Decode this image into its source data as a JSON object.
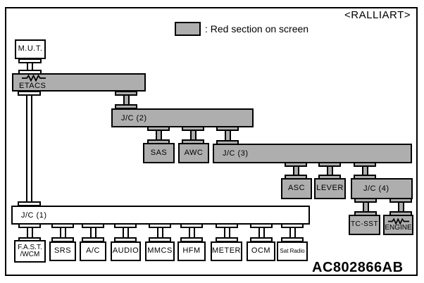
{
  "header": {
    "variant_label": "<RALLIART>"
  },
  "legend": {
    "label": ": Red section on screen",
    "swatch_color": "#aeaeae"
  },
  "footer": {
    "code": "AC802866AB"
  },
  "colors": {
    "red_section_fill": "#aeaeae",
    "outline": "#000000",
    "background": "#ffffff"
  },
  "nodes": {
    "mut": "M.U.T.",
    "etacs": "ETACS",
    "jc1": "J/C (1)",
    "jc2": "J/C (2)",
    "jc3": "J/C (3)",
    "jc4": "J/C (4)",
    "sas": "SAS",
    "awc": "AWC",
    "asc": "ASC",
    "lever": "LEVER",
    "tcsst": "TC-SST",
    "engine": "ENGINE",
    "fast_wcm_line1": "F.A.S.T.",
    "fast_wcm_line2": "/WCM",
    "srs": "SRS",
    "ac": "A/C",
    "audio": "AUDIO",
    "mmcs": "MMCS",
    "hfm": "HFM",
    "meter": "METER",
    "ocm": "OCM",
    "sat_radio": "Sat Radio"
  }
}
